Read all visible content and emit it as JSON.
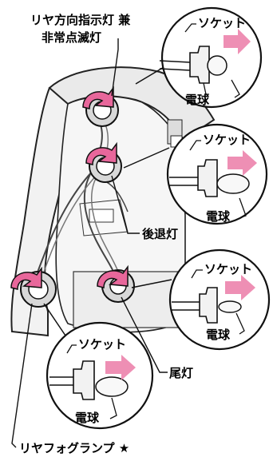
{
  "labels": {
    "combo_line1": "リヤ方向指示灯 兼",
    "combo_line2": "非常点滅灯",
    "backup": "後退灯",
    "tail": "尾灯",
    "fog": "リヤフォグランプ ★"
  },
  "insets": [
    {
      "socket": "ソケット",
      "bulb": "電球"
    },
    {
      "socket": "ソケット",
      "bulb": "電球"
    },
    {
      "socket": "ソケット",
      "bulb": "電球"
    },
    {
      "socket": "ソケット",
      "bulb": "電球"
    }
  ],
  "colors": {
    "accent": "#e8679b",
    "arrow": "#ee8fb4",
    "line": "#111111",
    "body": "#f3f3f3"
  }
}
